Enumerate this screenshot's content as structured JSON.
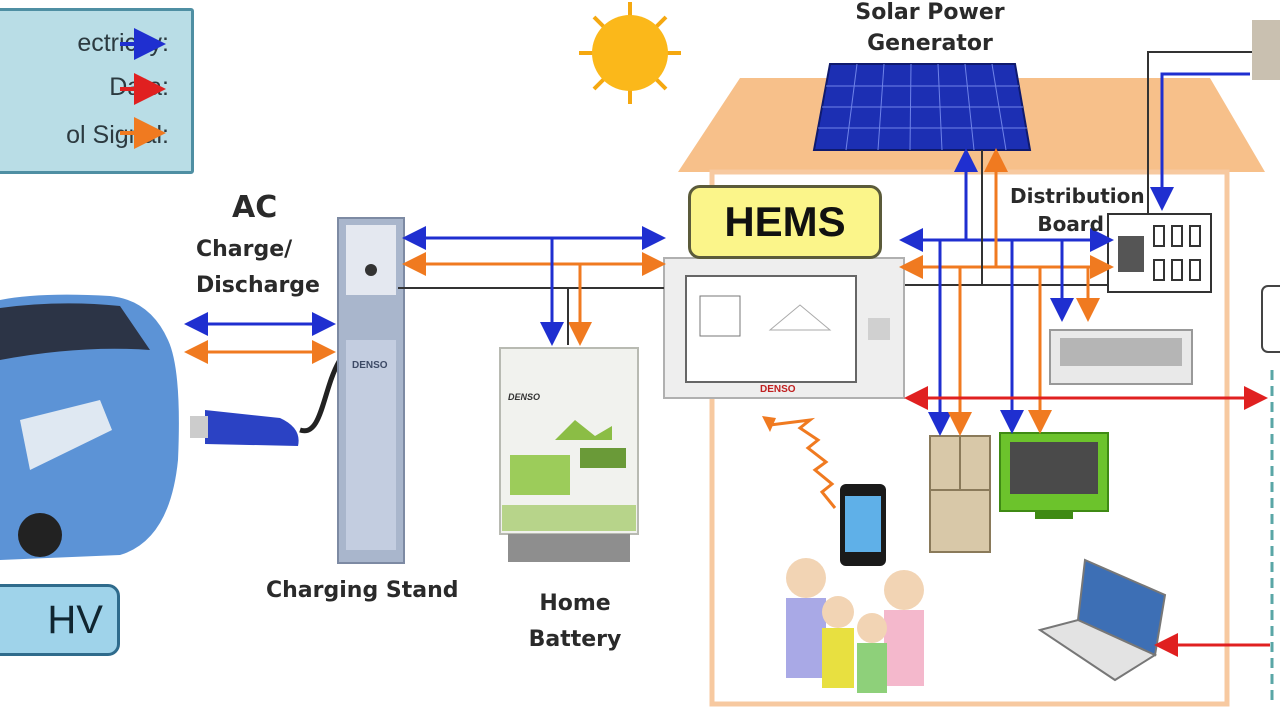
{
  "legend": {
    "electricity_label": "ectricity:",
    "data_label": "Data:",
    "signal_label": "ol Signal:",
    "colors": {
      "electricity": "#1f2fd0",
      "data": "#e02020",
      "signal": "#f07a20"
    }
  },
  "labels": {
    "solar": [
      "Solar Power",
      "Generator"
    ],
    "ac": "AC",
    "charge_discharge": [
      "Charge/",
      "Discharge"
    ],
    "hems": "HEMS",
    "distribution": [
      "Distribution",
      "Board"
    ],
    "charging_stand": "Charging Stand",
    "home_battery": [
      "Home",
      "Battery"
    ],
    "phv": "HV",
    "brand": "DENSO"
  }
}
